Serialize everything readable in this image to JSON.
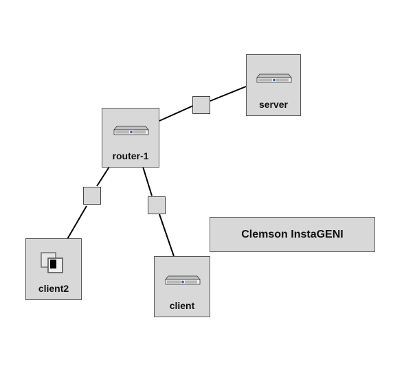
{
  "aggregate": {
    "label": "Clemson InstaGENI"
  },
  "nodes": {
    "server": {
      "label": "server",
      "icon": "rack-server-icon"
    },
    "router": {
      "label": "router-1",
      "icon": "rack-server-icon"
    },
    "client": {
      "label": "client",
      "icon": "rack-server-icon"
    },
    "client2": {
      "label": "client2",
      "icon": "virtual-machine-icon"
    }
  },
  "colors": {
    "node_fill": "#d8d8d8",
    "border": "#555555",
    "link": "#000000"
  }
}
